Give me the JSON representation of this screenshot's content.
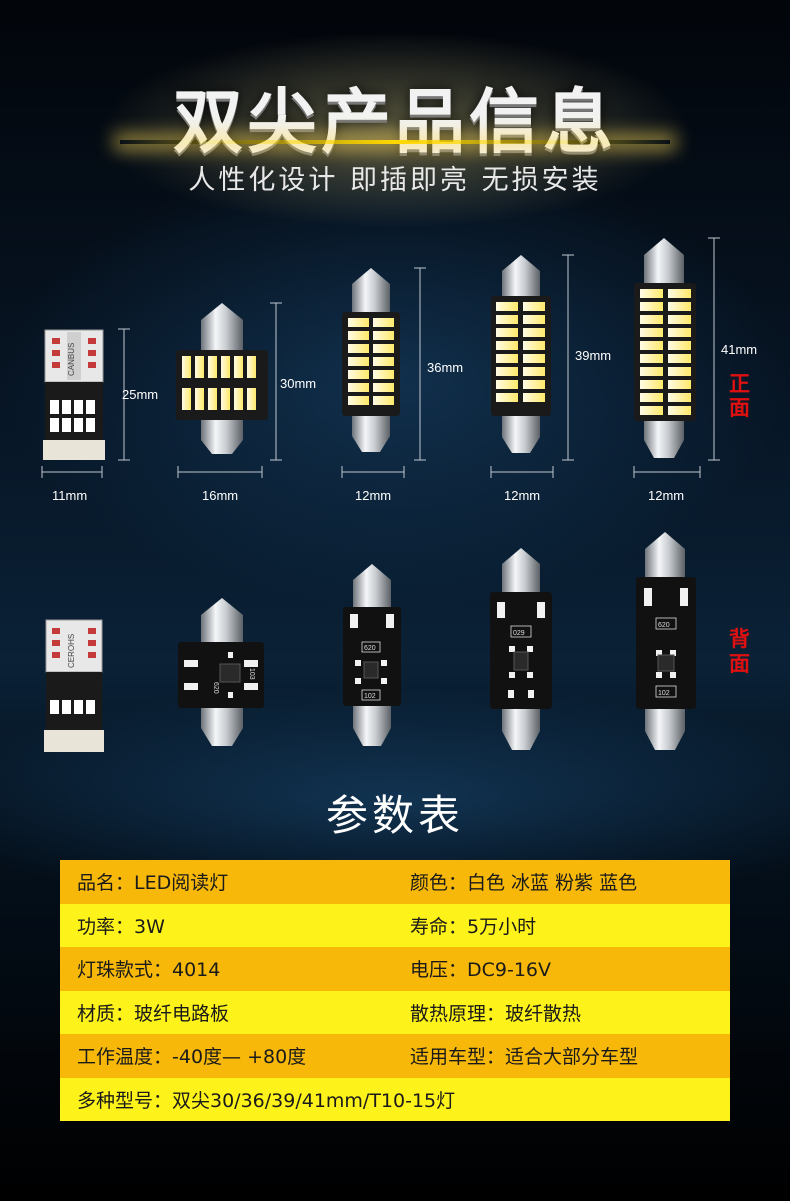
{
  "header": {
    "title": "双尖产品信息",
    "subtitle": "人性化设计  即插即亮  无损安装"
  },
  "front": {
    "side_label_1": "正",
    "side_label_2": "面",
    "bulbs": [
      {
        "model": "T10",
        "chip_text": "CANBUS",
        "height_label": "25mm",
        "width_label": "11mm"
      },
      {
        "model": "30mm",
        "height_label": "30mm",
        "width_label": "16mm"
      },
      {
        "model": "36mm",
        "height_label": "36mm",
        "width_label": "12mm"
      },
      {
        "model": "39mm",
        "height_label": "39mm",
        "width_label": "12mm"
      },
      {
        "model": "41mm",
        "height_label": "41mm",
        "width_label": "12mm"
      }
    ]
  },
  "back": {
    "side_label_1": "背",
    "side_label_2": "面",
    "chip_labels": [
      "CEROHS",
      "620",
      "103",
      "620",
      "102",
      "029",
      "620",
      "102"
    ]
  },
  "params": {
    "title": "参数表",
    "rows": [
      {
        "left": "品名：LED阅读灯",
        "right": "颜色：白色 冰蓝 粉紫 蓝色",
        "color": "orange"
      },
      {
        "left": "功率：3W",
        "right": "寿命：5万小时",
        "color": "yellow"
      },
      {
        "left": "灯珠款式：4014",
        "right": "电压：DC9-16V",
        "color": "orange"
      },
      {
        "left": "材质：玻纤电路板",
        "right": "散热原理：玻纤散热",
        "color": "yellow"
      },
      {
        "left": "工作温度：-40度— +80度",
        "right": "适用车型：适合大部分车型",
        "color": "orange"
      },
      {
        "left": "多种型号：双尖30/36/39/41mm/T10-15灯",
        "right": "",
        "color": "yellow"
      }
    ]
  },
  "colors": {
    "orange_row": "#f7b80a",
    "yellow_row": "#fdf21a",
    "side_label": "#e01010"
  }
}
